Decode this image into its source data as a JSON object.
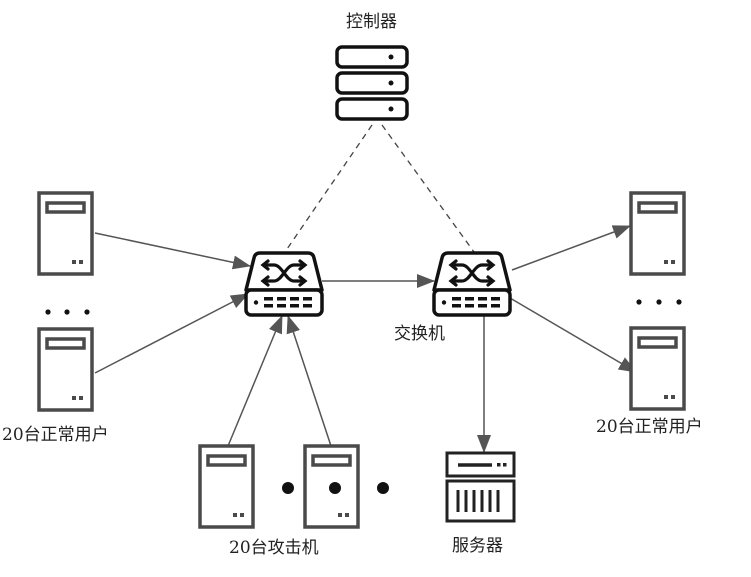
{
  "diagram": {
    "type": "network-topology",
    "colors": {
      "stroke": "#222222",
      "link": "#555555",
      "host": "#4a4a4a",
      "background": "#ffffff"
    },
    "nodes": {
      "controller": {
        "label": "控制器",
        "icon": "controller-server-stack-icon"
      },
      "switch_left": {
        "label": "",
        "icon": "network-switch-icon"
      },
      "switch_right": {
        "label": "交换机",
        "icon": "network-switch-icon"
      },
      "server": {
        "label": "服务器",
        "icon": "server-icon"
      },
      "left_users": {
        "label": "20台正常用户",
        "icon": "host-tower-icon",
        "ellipsis": "• • •"
      },
      "right_users": {
        "label": "20台正常用户",
        "icon": "host-tower-icon",
        "ellipsis": "• • •"
      },
      "attackers": {
        "label": "20台攻击机",
        "icon": "host-tower-icon",
        "ellipsis": "● ● ●"
      }
    },
    "edges": [
      {
        "from": "controller",
        "to": "switch_left",
        "style": "dashed"
      },
      {
        "from": "controller",
        "to": "switch_right",
        "style": "dashed"
      },
      {
        "from": "left_users[0]",
        "to": "switch_left",
        "style": "arrow"
      },
      {
        "from": "left_users[1]",
        "to": "switch_left",
        "style": "arrow"
      },
      {
        "from": "attackers[0]",
        "to": "switch_left",
        "style": "arrow"
      },
      {
        "from": "attackers[1]",
        "to": "switch_left",
        "style": "arrow"
      },
      {
        "from": "switch_left",
        "to": "switch_right",
        "style": "arrow"
      },
      {
        "from": "switch_right",
        "to": "right_users[0]",
        "style": "arrow"
      },
      {
        "from": "switch_right",
        "to": "right_users[1]",
        "style": "arrow"
      },
      {
        "from": "switch_right",
        "to": "server",
        "style": "arrow"
      }
    ]
  }
}
